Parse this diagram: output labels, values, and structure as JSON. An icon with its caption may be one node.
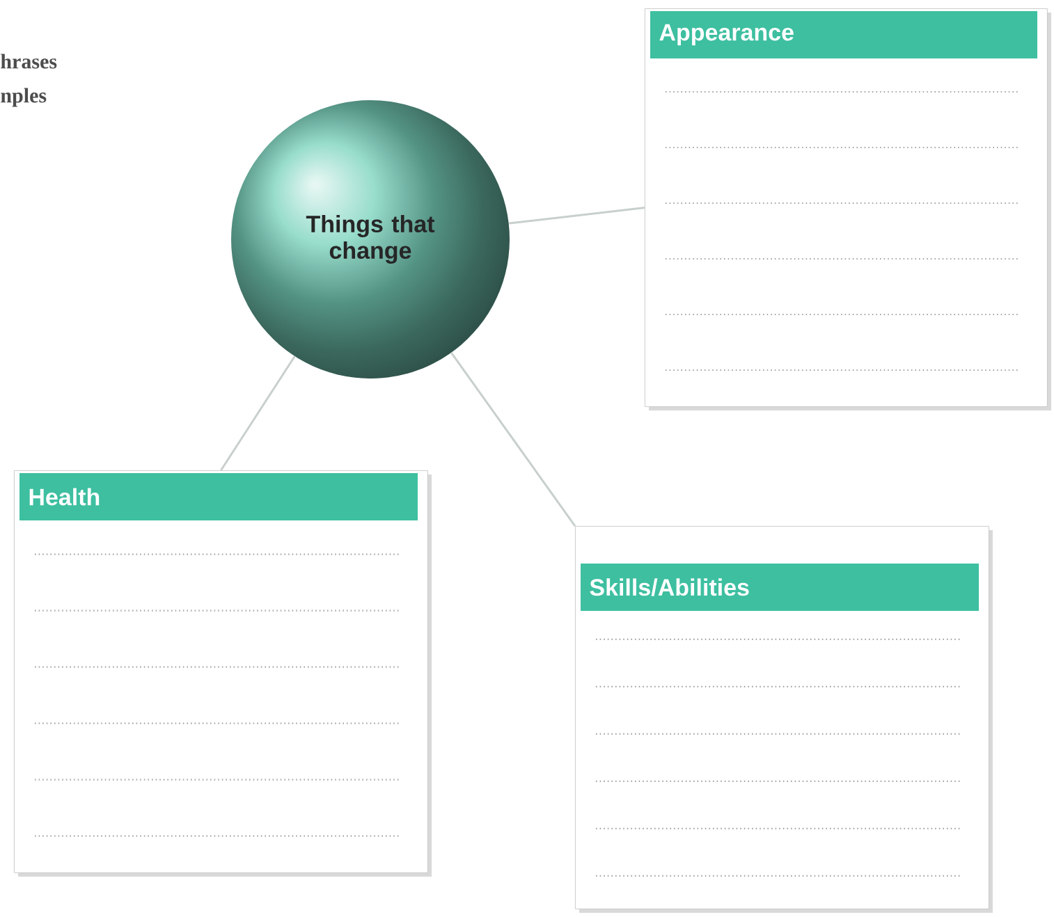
{
  "diagram": {
    "nodes": [
      {
        "text": [
          "Things that change"
        ]
      },
      {
        "text": [
          "Appearance"
        ]
      },
      {
        "text": [
          "Health"
        ]
      },
      {
        "text": [
          "Skills/Abilities"
        ]
      }
    ],
    "edges": [
      {
        "from": 0,
        "to": 1,
        "arrow": "none"
      },
      {
        "from": 0,
        "to": 2,
        "arrow": "none"
      },
      {
        "from": 0,
        "to": 3,
        "arrow": "none"
      }
    ],
    "labels": [
      "hrases",
      "nples"
    ]
  }
}
